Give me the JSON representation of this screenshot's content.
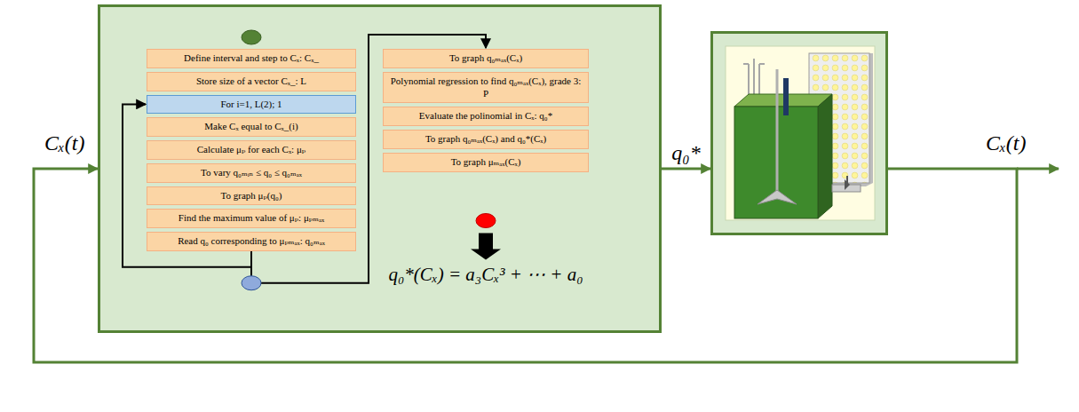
{
  "diagram": {
    "nodes": [
      {
        "text": [
          "q₀*(Cₓ) = a₃Cₓ³ + ⋯ + a₀"
        ]
      },
      {
        "text": [
          "Define interval and step to Cₓ: Cₓ_"
        ],
        "in": 0
      },
      {
        "text": [
          "Store size of a vector Cₓ_: L"
        ],
        "in": 0
      },
      {
        "text": [
          "For i=1, L(2); 1"
        ],
        "in": 0
      },
      {
        "text": [
          "Make Cₓ equal to Cₓ_(i)"
        ],
        "in": 0
      },
      {
        "text": [
          "Calculate μₚ for each Cₓ: μₚ"
        ],
        "in": 0
      },
      {
        "text": [
          "To vary q₀ₘᵢₙ ≤ q₀ ≤ q₀ₘₐₓ"
        ],
        "in": 0
      },
      {
        "text": [
          "To graph μₚ(q₀)"
        ],
        "in": 0
      },
      {
        "text": [
          "Find the maximum value of μₚ: μₚₘₐₓ"
        ],
        "in": 0
      },
      {
        "text": [
          "Read q₀ corresponding to μₚₘₐₓ: q₀ₘₐₓ"
        ],
        "in": 0
      },
      {
        "text": [
          "To graph q₀ₘₐₓ(Cₓ)"
        ],
        "in": 0
      },
      {
        "text": [
          "Polynomial regression to find q₀ₘₐₓ(Cₓ), grade 3: P"
        ],
        "in": 0
      },
      {
        "text": [
          "Evaluate the polinomial in Cₓ: q₀*"
        ],
        "in": 0
      },
      {
        "text": [
          "To graph q₀ₘₐₓ(Cₓ) and q₀*(Cₓ)"
        ],
        "in": 0
      },
      {
        "text": [
          "To graph μₘₐₓ(Cₓ)"
        ],
        "in": 0
      },
      {
        "text": []
      }
    ],
    "edges": [
      {
        "from": 0,
        "to": 15,
        "label": "q₀*",
        "arrow": "to"
      },
      {
        "from": 15,
        "to": 0,
        "arrow": "to"
      }
    ],
    "labels": [
      "Cₓ(t)",
      "Cₓ(t)"
    ]
  }
}
